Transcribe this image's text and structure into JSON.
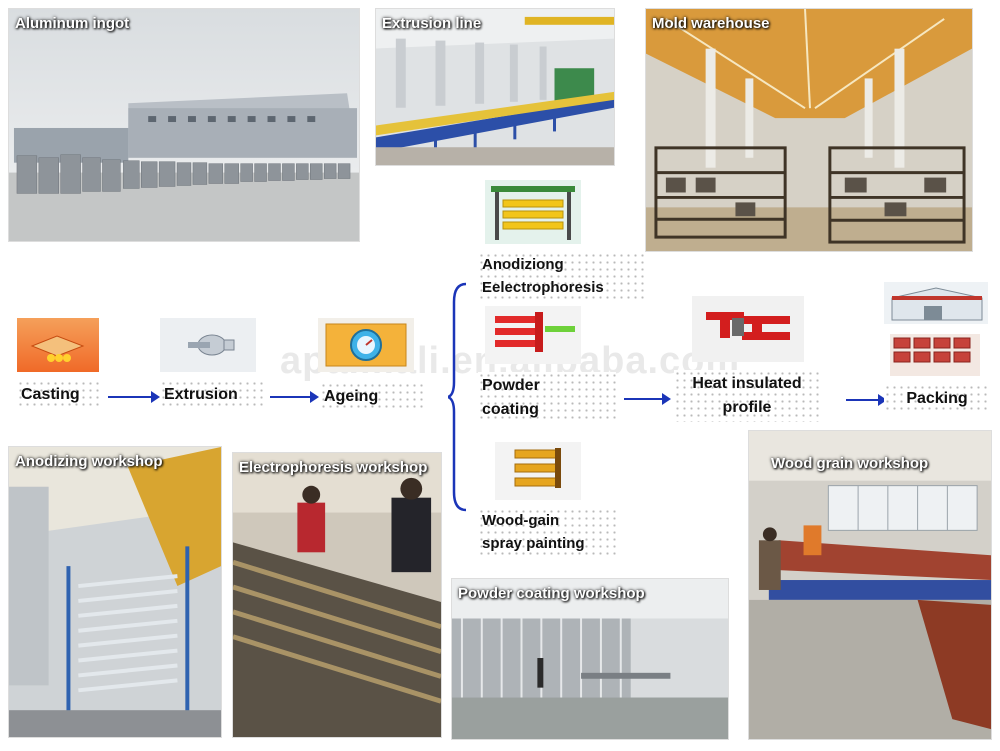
{
  "photos": {
    "aluminum_ingot": "Aluminum ingot",
    "extrusion_line": "Extrusion line",
    "mold_warehouse": "Mold warehouse",
    "anodizing_workshop": "Anodizing workshop",
    "electrophoresis_workshop": "Electrophoresis workshop",
    "powder_coating_workshop": "Powder coating workshop",
    "wood_grain_workshop": "Wood grain workshop"
  },
  "steps": {
    "casting": "Casting",
    "extrusion": "Extrusion",
    "ageing": "Ageing",
    "anodizing_line1": "Anodiziong",
    "anodizing_line2": "Eelectrophoresis",
    "powder_line1": "Powder",
    "powder_line2": "coating",
    "wood_line1": "Wood-gain",
    "wood_line2": "spray painting",
    "heat_line1": "Heat insulated",
    "heat_line2": "profile",
    "packing": "Packing"
  },
  "watermark": "apalmali.en.alibaba.com",
  "colors": {
    "arrow": "#1b35b8",
    "caption": "#ffffff"
  }
}
